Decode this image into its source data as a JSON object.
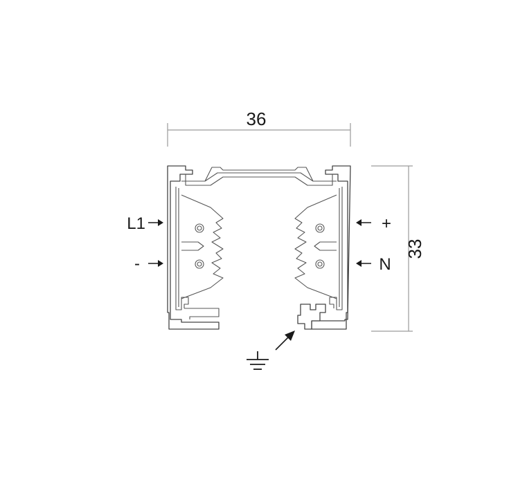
{
  "dimensions": {
    "width_label": "36",
    "height_label": "33"
  },
  "connectors": {
    "left_top": "L1",
    "left_bottom": "-",
    "right_top": "+",
    "right_bottom": "N"
  },
  "icons": {
    "ground": "ground-symbol-icon"
  },
  "colors": {
    "outline": "#444444",
    "dimension_lines": "#9a9a9a",
    "text": "#1a1a1a"
  }
}
